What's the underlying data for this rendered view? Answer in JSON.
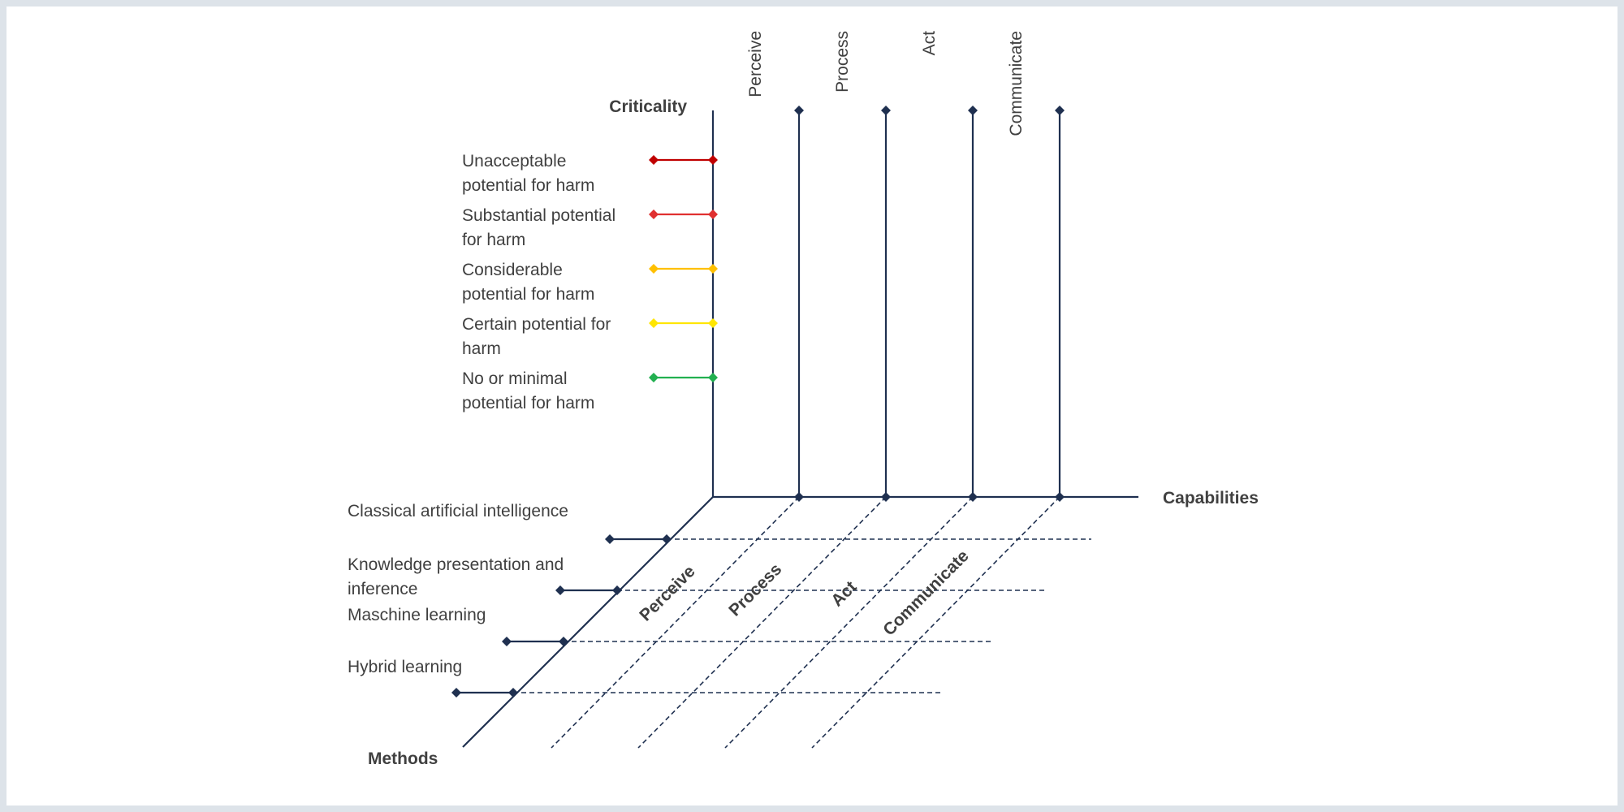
{
  "axes": {
    "criticality": "Criticality",
    "capabilities": "Capabilities",
    "methods": "Methods"
  },
  "criticality_levels": [
    {
      "lines": [
        "Unacceptable",
        "potential for harm"
      ],
      "color": "#c00000"
    },
    {
      "lines": [
        "Substantial potential",
        "for harm"
      ],
      "color": "#e03030"
    },
    {
      "lines": [
        "Considerable",
        "potential for harm"
      ],
      "color": "#ffc000"
    },
    {
      "lines": [
        "Certain potential for",
        "harm"
      ],
      "color": "#ffe600"
    },
    {
      "lines": [
        "No or minimal",
        "potential for harm"
      ],
      "color": "#22b050"
    }
  ],
  "capabilities": [
    "Perceive",
    "Process",
    "Act",
    "Communicate"
  ],
  "methods": [
    {
      "lines": [
        "Classical artificial intelligence"
      ]
    },
    {
      "lines": [
        "Knowledge presentation and",
        "inference"
      ]
    },
    {
      "lines": [
        "Maschine learning"
      ]
    },
    {
      "lines": [
        "Hybrid learning"
      ]
    }
  ],
  "colors": {
    "axis": "#1f3050",
    "text": "#404040"
  }
}
